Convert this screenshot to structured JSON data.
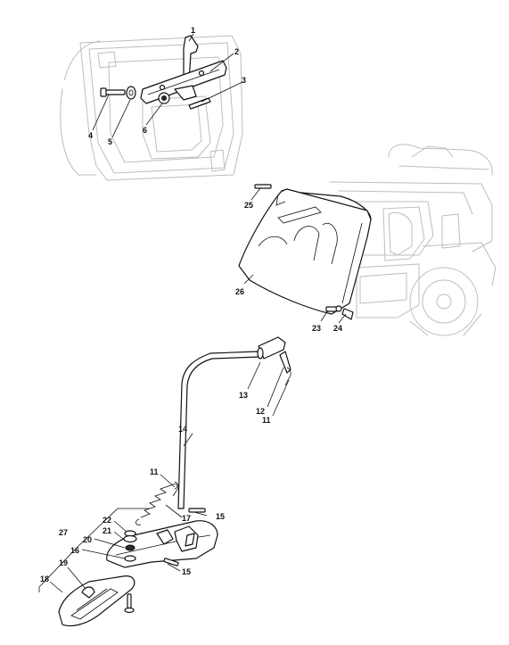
{
  "diagram": {
    "callouts": {
      "c1": "1",
      "c2": "2",
      "c3": "3",
      "c4": "4",
      "c5": "5",
      "c6": "6",
      "c11a": "11",
      "c11b": "11",
      "c12": "12",
      "c13": "13",
      "c14": "14",
      "c15a": "15",
      "c15b": "15",
      "c16": "16",
      "c17": "17",
      "c18": "18",
      "c19": "19",
      "c20": "20",
      "c21": "21",
      "c22": "22",
      "c23": "23",
      "c24": "24",
      "c25": "25",
      "c26": "26",
      "c27": "27"
    }
  }
}
